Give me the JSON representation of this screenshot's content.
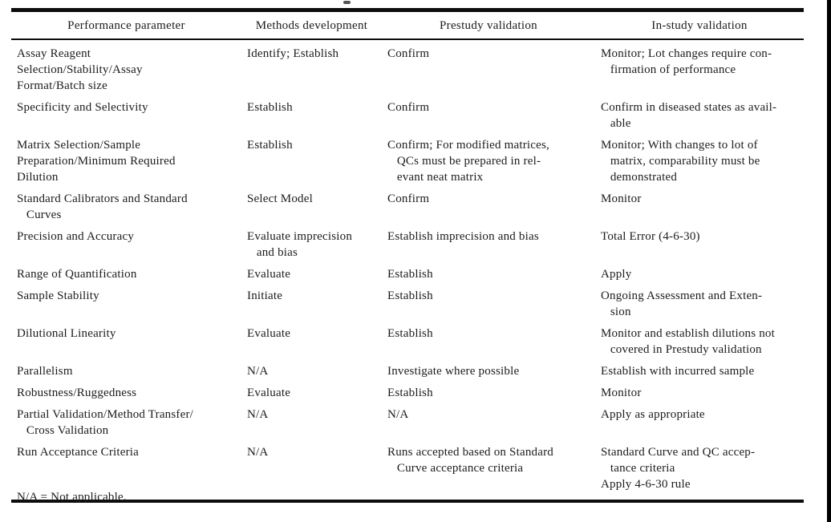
{
  "table": {
    "headers": [
      "Performance parameter",
      "Methods development",
      "Prestudy validation",
      "In-study validation"
    ],
    "rows": [
      {
        "cells": [
          "Assay Reagent\nSelection/Stability/Assay\nFormat/Batch size",
          "Identify; Establish",
          "Confirm",
          "Monitor; Lot changes require con-\n   firmation of performance"
        ]
      },
      {
        "cells": [
          "Specificity and Selectivity",
          "Establish",
          "Confirm",
          "Confirm in diseased states as avail-\n   able"
        ]
      },
      {
        "cells": [
          "Matrix Selection/Sample\nPreparation/Minimum Required\nDilution",
          "Establish",
          "Confirm; For modified matrices,\n   QCs must be prepared in rel-\n   evant neat matrix",
          "Monitor; With changes to lot of\n   matrix, comparability must be\n   demonstrated"
        ]
      },
      {
        "cells": [
          "Standard Calibrators and Standard\n   Curves",
          "Select Model",
          "Confirm",
          "Monitor"
        ]
      },
      {
        "cells": [
          "Precision and Accuracy",
          "Evaluate imprecision\n   and bias",
          "Establish imprecision and bias",
          "Total Error (4-6-30)"
        ]
      },
      {
        "cells": [
          "Range of Quantification",
          "Evaluate",
          "Establish",
          "Apply"
        ]
      },
      {
        "cells": [
          "Sample Stability",
          "Initiate",
          "Establish",
          "Ongoing Assessment and Exten-\n   sion"
        ]
      },
      {
        "cells": [
          "Dilutional Linearity",
          "Evaluate",
          "Establish",
          "Monitor and establish dilutions not\n   covered in Prestudy validation"
        ]
      },
      {
        "cells": [
          "Parallelism",
          "N/A",
          "Investigate where possible",
          "Establish with incurred sample"
        ]
      },
      {
        "cells": [
          "Robustness/Ruggedness",
          "Evaluate",
          "Establish",
          "Monitor"
        ]
      },
      {
        "cells": [
          "Partial Validation/Method Transfer/\n   Cross Validation",
          "N/A",
          "N/A",
          "Apply as appropriate"
        ]
      },
      {
        "cells": [
          "Run Acceptance Criteria",
          "N/A",
          "Runs accepted based on Standard\n   Curve acceptance criteria",
          "Standard Curve and QC accep-\n   tance criteria\nApply 4-6-30 rule"
        ]
      }
    ]
  },
  "footnote": "N/A = Not applicable."
}
